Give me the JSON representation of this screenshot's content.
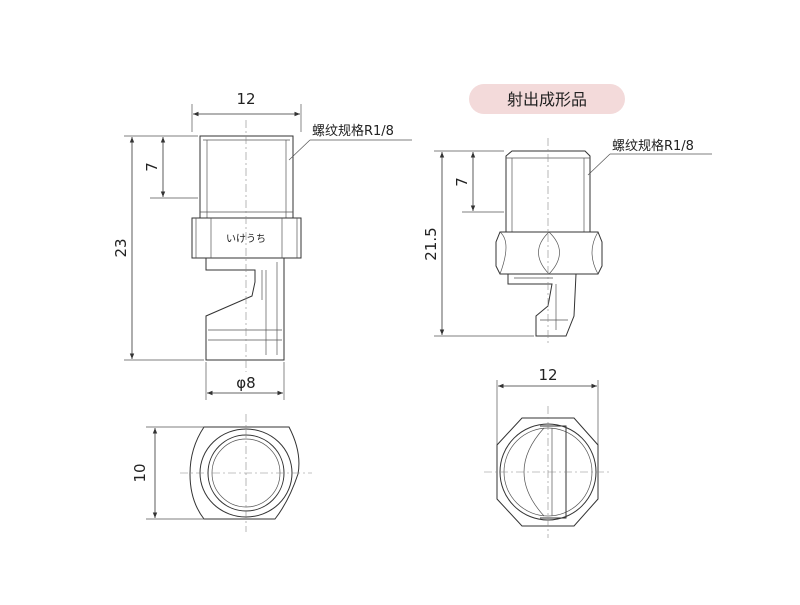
{
  "badge": {
    "label": "射出成形品"
  },
  "left": {
    "width_top": "12",
    "thread_len": "7",
    "height": "23",
    "diameter": "φ8",
    "thread_note": "螺纹规格R1/8",
    "brand": "いけうち",
    "bottom_dim": "10"
  },
  "right": {
    "thread_len": "7",
    "height": "21.5",
    "thread_note": "螺纹规格R1/8",
    "width_hex": "12"
  },
  "colors": {
    "badge_bg": "#f3dada",
    "line": "#333333"
  }
}
